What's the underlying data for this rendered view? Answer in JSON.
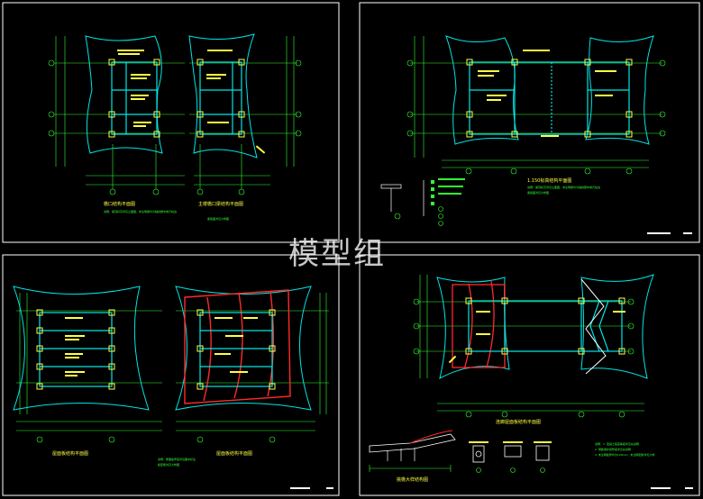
{
  "watermark": "模型组",
  "colors": {
    "background": "#000000",
    "frame": "#ffffff",
    "structure": "#00e5e5",
    "dimension": "#33ff33",
    "label": "#ffff44",
    "highlight": "#ff2a2a"
  },
  "sheets": [
    {
      "id": "top-left",
      "plan_titles": [
        "檐口结构平面图",
        "主楼檐口梁结构平面图"
      ],
      "notes": [
        "说明：梁顶标高详见立面图，未注明梁均为轴线居中或齐柱边",
        "梁截面详见大样图"
      ]
    },
    {
      "id": "top-right",
      "plan_titles": [
        "1.150标高结构平面图"
      ],
      "notes": [
        "说明：梁顶标高详见立面图，未注明梁均为轴线居中或齐柱边",
        "梁截面详见大样图"
      ]
    },
    {
      "id": "bottom-left",
      "plan_titles": [
        "屋面板结构平面图",
        "屋面板结构平面图"
      ],
      "notes": [
        "说明：屋面板厚度详见图中标注",
        "板配筋详见大样图"
      ]
    },
    {
      "id": "bottom-right",
      "plan_titles": [
        "连廊屋面板结构平面图",
        "挑檐大样结构图"
      ],
      "notes": [
        "说明：1. 混凝土强度等级详见总说明",
        "2. 钢筋保护层厚度详见总说明",
        "3. 未注明板厚均为120mm，未注明配筋详见大样"
      ]
    }
  ]
}
